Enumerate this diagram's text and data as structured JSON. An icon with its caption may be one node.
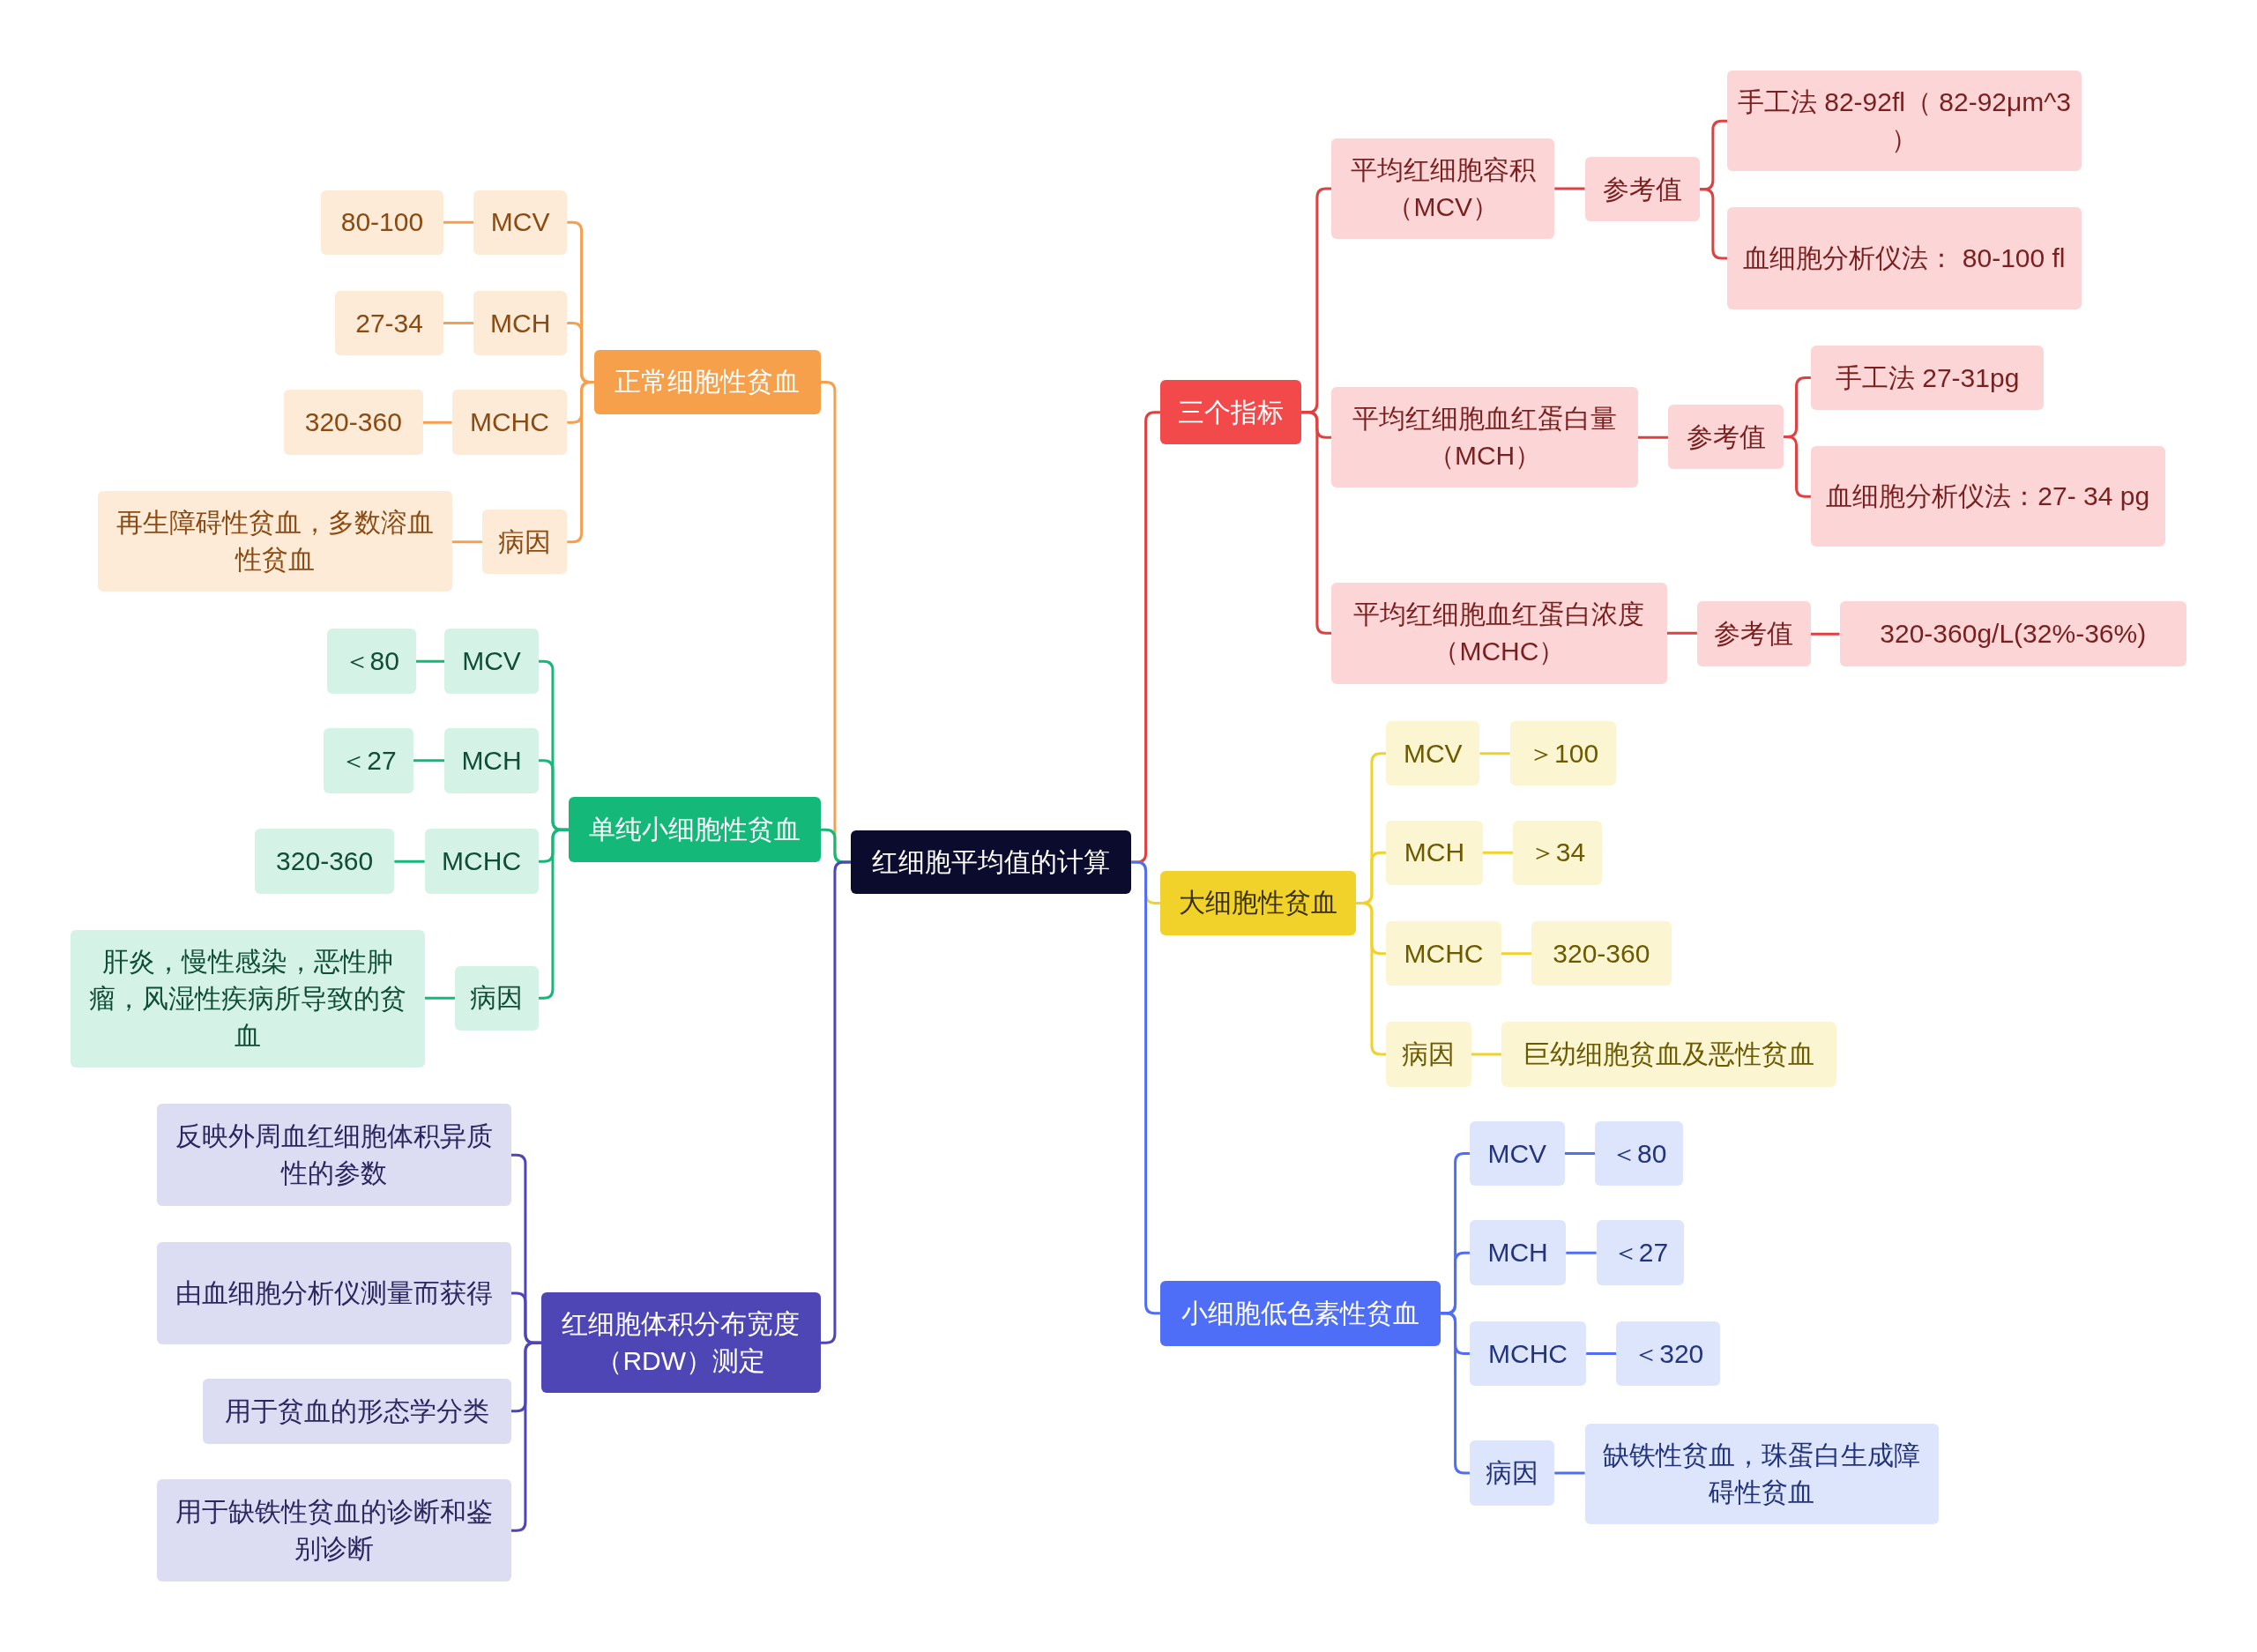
{
  "diagram": {
    "nodes": [
      {
        "text": [
          "红细胞平均值的计算"
        ]
      },
      {
        "text": [
          "正常细胞性贫血"
        ]
      },
      {
        "text": [
          "MCV"
        ]
      },
      {
        "text": [
          "80-100"
        ]
      },
      {
        "text": [
          "MCH"
        ]
      },
      {
        "text": [
          "27-34"
        ]
      },
      {
        "text": [
          "MCHC"
        ]
      },
      {
        "text": [
          "320-360"
        ]
      },
      {
        "text": [
          "病因"
        ]
      },
      {
        "text": [
          "再生障碍性贫血，多数溶血性贫血"
        ]
      },
      {
        "text": [
          "单纯小细胞性贫血"
        ]
      },
      {
        "text": [
          "MCV"
        ]
      },
      {
        "text": [
          "＜80"
        ]
      },
      {
        "text": [
          "MCH"
        ]
      },
      {
        "text": [
          "＜27"
        ]
      },
      {
        "text": [
          "MCHC"
        ]
      },
      {
        "text": [
          "320-360"
        ]
      },
      {
        "text": [
          "病因"
        ]
      },
      {
        "text": [
          "肝炎，慢性感染，恶性肿瘤，风湿性疾病所导致的贫血"
        ]
      },
      {
        "text": [
          "红细胞体积分布宽度（RDW）测定"
        ]
      },
      {
        "text": [
          "反映外周血红细胞体积异质性的参数"
        ]
      },
      {
        "text": [
          "由血细胞分析仪测量而获得"
        ]
      },
      {
        "text": [
          "用于贫血的形态学分类"
        ]
      },
      {
        "text": [
          "用于缺铁性贫血的诊断和鉴别诊断"
        ]
      },
      {
        "text": [
          "三个指标"
        ]
      },
      {
        "text": [
          "平均红细胞容积（MCV）"
        ]
      },
      {
        "text": [
          "参考值"
        ]
      },
      {
        "text": [
          "手工法 82-92fl（ 82-92μm^3 ）"
        ]
      },
      {
        "text": [
          "血细胞分析仪法： 80-100 fl"
        ]
      },
      {
        "text": [
          "平均红细胞血红蛋白量（MCH）"
        ]
      },
      {
        "text": [
          "参考值"
        ]
      },
      {
        "text": [
          "手工法 27-31pg"
        ]
      },
      {
        "text": [
          "血细胞分析仪法：27- 34 pg"
        ]
      },
      {
        "text": [
          "平均红细胞血红蛋白浓度（MCHC）"
        ]
      },
      {
        "text": [
          "参考值"
        ]
      },
      {
        "text": [
          "320-360g/L(32%-36%)"
        ]
      },
      {
        "text": [
          "大细胞性贫血"
        ]
      },
      {
        "text": [
          "MCV"
        ]
      },
      {
        "text": [
          "＞100"
        ]
      },
      {
        "text": [
          "MCH"
        ]
      },
      {
        "text": [
          "＞34"
        ]
      },
      {
        "text": [
          "MCHC"
        ]
      },
      {
        "text": [
          "320-360"
        ]
      },
      {
        "text": [
          "病因"
        ]
      },
      {
        "text": [
          "巨幼细胞贫血及恶性贫血"
        ]
      },
      {
        "text": [
          "小细胞低色素性贫血"
        ]
      },
      {
        "text": [
          "MCV"
        ]
      },
      {
        "text": [
          "＜80"
        ]
      },
      {
        "text": [
          "MCH"
        ]
      },
      {
        "text": [
          "＜27"
        ]
      },
      {
        "text": [
          "MCHC"
        ]
      },
      {
        "text": [
          "＜320"
        ]
      },
      {
        "text": [
          "病因"
        ]
      },
      {
        "text": [
          "缺铁性贫血，珠蛋白生成障碍性贫血"
        ]
      }
    ],
    "edges": [
      {
        "from": 0,
        "to": 1,
        "arrow": "none",
        "color": "#f5a04e"
      },
      {
        "from": 1,
        "to": 2,
        "arrow": "none",
        "color": "#f5a04e"
      },
      {
        "from": 2,
        "to": 3,
        "arrow": "none",
        "color": "#f5a04e"
      },
      {
        "from": 1,
        "to": 4,
        "arrow": "none",
        "color": "#f5a04e"
      },
      {
        "from": 4,
        "to": 5,
        "arrow": "none",
        "color": "#f5a04e"
      },
      {
        "from": 1,
        "to": 6,
        "arrow": "none",
        "color": "#f5a04e"
      },
      {
        "from": 6,
        "to": 7,
        "arrow": "none",
        "color": "#f5a04e"
      },
      {
        "from": 1,
        "to": 8,
        "arrow": "none",
        "color": "#f5a04e"
      },
      {
        "from": 8,
        "to": 9,
        "arrow": "none",
        "color": "#f5a04e"
      },
      {
        "from": 0,
        "to": 10,
        "arrow": "none",
        "color": "#14b97a"
      },
      {
        "from": 10,
        "to": 11,
        "arrow": "none",
        "color": "#14b97a"
      },
      {
        "from": 11,
        "to": 12,
        "arrow": "none",
        "color": "#14b97a"
      },
      {
        "from": 10,
        "to": 13,
        "arrow": "none",
        "color": "#14b97a"
      },
      {
        "from": 13,
        "to": 14,
        "arrow": "none",
        "color": "#14b97a"
      },
      {
        "from": 10,
        "to": 15,
        "arrow": "none",
        "color": "#14b97a"
      },
      {
        "from": 15,
        "to": 16,
        "arrow": "none",
        "color": "#14b97a"
      },
      {
        "from": 10,
        "to": 17,
        "arrow": "none",
        "color": "#14b97a"
      },
      {
        "from": 17,
        "to": 18,
        "arrow": "none",
        "color": "#14b97a"
      },
      {
        "from": 0,
        "to": 19,
        "arrow": "none",
        "color": "#4e46b4"
      },
      {
        "from": 19,
        "to": 20,
        "arrow": "none",
        "color": "#4e46b4"
      },
      {
        "from": 19,
        "to": 21,
        "arrow": "none",
        "color": "#4e46b4"
      },
      {
        "from": 19,
        "to": 22,
        "arrow": "none",
        "color": "#4e46b4"
      },
      {
        "from": 19,
        "to": 23,
        "arrow": "none",
        "color": "#4e46b4"
      },
      {
        "from": 0,
        "to": 24,
        "arrow": "none",
        "color": "#e0403f"
      },
      {
        "from": 24,
        "to": 25,
        "arrow": "none",
        "color": "#e0403f"
      },
      {
        "from": 25,
        "to": 26,
        "arrow": "none",
        "color": "#e0403f"
      },
      {
        "from": 26,
        "to": 27,
        "arrow": "none",
        "color": "#e0403f"
      },
      {
        "from": 26,
        "to": 28,
        "arrow": "none",
        "color": "#e0403f"
      },
      {
        "from": 24,
        "to": 29,
        "arrow": "none",
        "color": "#e0403f"
      },
      {
        "from": 29,
        "to": 30,
        "arrow": "none",
        "color": "#e0403f"
      },
      {
        "from": 30,
        "to": 31,
        "arrow": "none",
        "color": "#e0403f"
      },
      {
        "from": 30,
        "to": 32,
        "arrow": "none",
        "color": "#e0403f"
      },
      {
        "from": 24,
        "to": 33,
        "arrow": "none",
        "color": "#e0403f"
      },
      {
        "from": 33,
        "to": 34,
        "arrow": "none",
        "color": "#e0403f"
      },
      {
        "from": 34,
        "to": 35,
        "arrow": "none",
        "color": "#e0403f"
      },
      {
        "from": 0,
        "to": 36,
        "arrow": "none",
        "color": "#f0d22a"
      },
      {
        "from": 36,
        "to": 37,
        "arrow": "none",
        "color": "#f0d22a"
      },
      {
        "from": 37,
        "to": 38,
        "arrow": "none",
        "color": "#f0d22a"
      },
      {
        "from": 36,
        "to": 39,
        "arrow": "none",
        "color": "#f0d22a"
      },
      {
        "from": 39,
        "to": 40,
        "arrow": "none",
        "color": "#f0d22a"
      },
      {
        "from": 36,
        "to": 41,
        "arrow": "none",
        "color": "#f0d22a"
      },
      {
        "from": 41,
        "to": 42,
        "arrow": "none",
        "color": "#f0d22a"
      },
      {
        "from": 36,
        "to": 43,
        "arrow": "none",
        "color": "#f0d22a"
      },
      {
        "from": 43,
        "to": 44,
        "arrow": "none",
        "color": "#f0d22a"
      },
      {
        "from": 0,
        "to": 45,
        "arrow": "none",
        "color": "#4f6ef7"
      },
      {
        "from": 45,
        "to": 46,
        "arrow": "none",
        "color": "#4f6ef7"
      },
      {
        "from": 46,
        "to": 47,
        "arrow": "none",
        "color": "#4f6ef7"
      },
      {
        "from": 45,
        "to": 48,
        "arrow": "none",
        "color": "#4f6ef7"
      },
      {
        "from": 48,
        "to": 49,
        "arrow": "none",
        "color": "#4f6ef7"
      },
      {
        "from": 45,
        "to": 50,
        "arrow": "none",
        "color": "#4f6ef7"
      },
      {
        "from": 50,
        "to": 51,
        "arrow": "none",
        "color": "#4f6ef7"
      },
      {
        "from": 45,
        "to": 52,
        "arrow": "none",
        "color": "#4f6ef7"
      },
      {
        "from": 52,
        "to": 53,
        "arrow": "none",
        "color": "#4f6ef7"
      }
    ]
  }
}
